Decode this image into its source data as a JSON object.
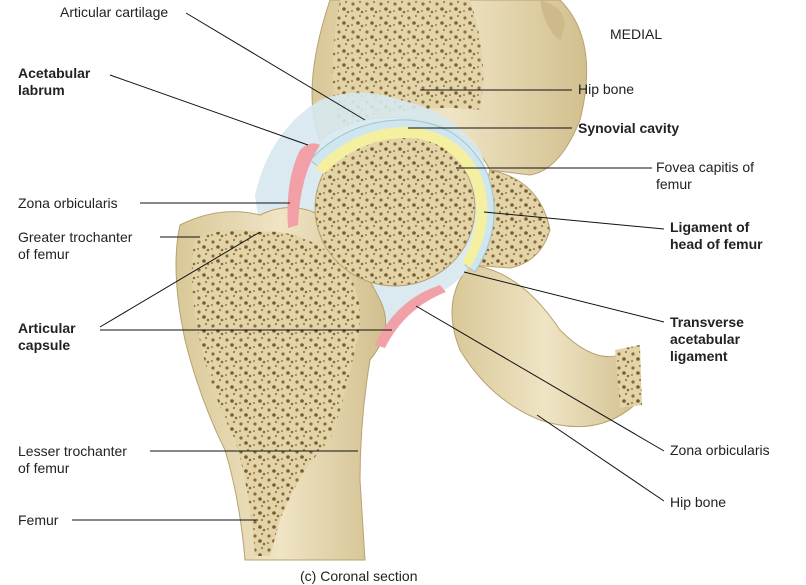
{
  "header": {
    "orientation": "MEDIAL"
  },
  "left_labels": {
    "articular_cartilage": "Articular cartilage",
    "acetabular_labrum_1": "Acetabular",
    "acetabular_labrum_2": "labrum",
    "zona_orbicularis": "Zona orbicularis",
    "greater_trochanter_1": "Greater trochanter",
    "greater_trochanter_2": "of femur",
    "articular_capsule_1": "Articular",
    "articular_capsule_2": "capsule",
    "lesser_trochanter_1": "Lesser trochanter",
    "lesser_trochanter_2": "of femur",
    "femur": "Femur"
  },
  "right_labels": {
    "hip_bone_top": "Hip bone",
    "synovial_cavity": "Synovial cavity",
    "fovea_capitis_1": "Fovea capitis of",
    "fovea_capitis_2": "femur",
    "ligament_head_1": "Ligament of",
    "ligament_head_2": "head of femur",
    "transverse_1": "Transverse",
    "transverse_2": "acetabular",
    "transverse_3": "ligament",
    "zona_orbicularis": "Zona orbicularis",
    "hip_bone_bottom": "Hip bone"
  },
  "caption": "(c) Coronal section",
  "colors": {
    "bone": "#e8dcb8",
    "bone_shadow": "#cdb98a",
    "spongy": "#8a6a3e",
    "cartilage": "#cfe6ee",
    "synovial": "#f5f0a0",
    "labrum": "#f2a0a8",
    "capsule": "#d6e8ee"
  }
}
